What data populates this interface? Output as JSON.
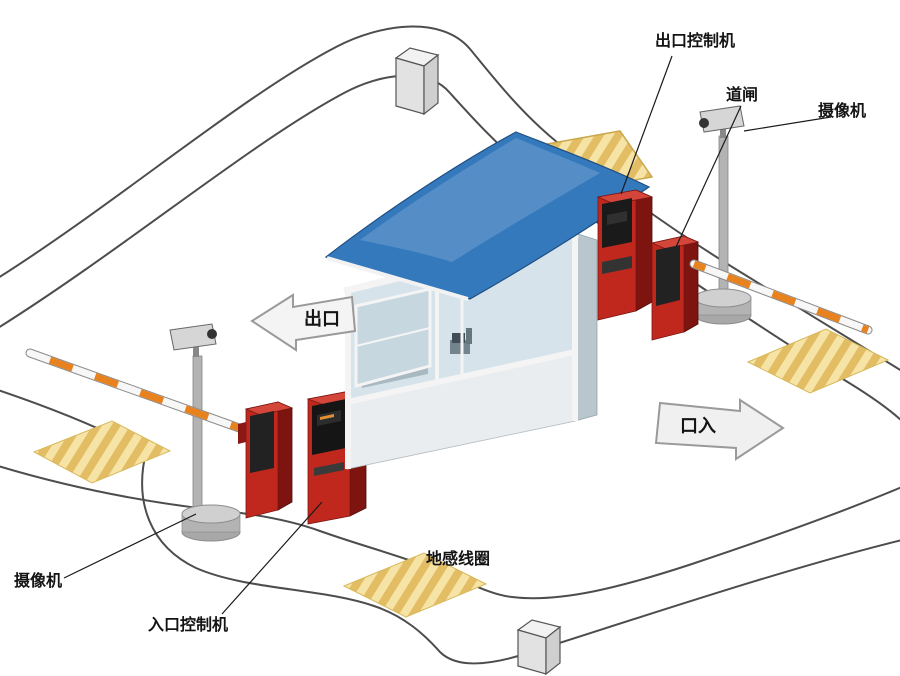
{
  "labels": {
    "exit_controller": "出口控制机",
    "barrier_gate": "道闸",
    "camera_right": "摄像机",
    "camera_left": "摄像机",
    "entrance_controller": "入口控制机",
    "ground_loop": "地感线圈",
    "exit_direction": "出口",
    "entrance_direction": "口入"
  },
  "colors": {
    "road_line": "#4d4d4d",
    "roof_blue": "#3579bd",
    "kiosk_red": "#c0281e",
    "kiosk_red_dark": "#7d1410",
    "kiosk_red_top": "#d4453a",
    "stripe_orange": "#e8821e",
    "arm_white": "#f7f7f7",
    "loop_yellow": "#f6e3a6",
    "loop_stripe": "#e3bd63",
    "glass": "#d6e3eb",
    "metal_gray": "#b3b3b3"
  }
}
